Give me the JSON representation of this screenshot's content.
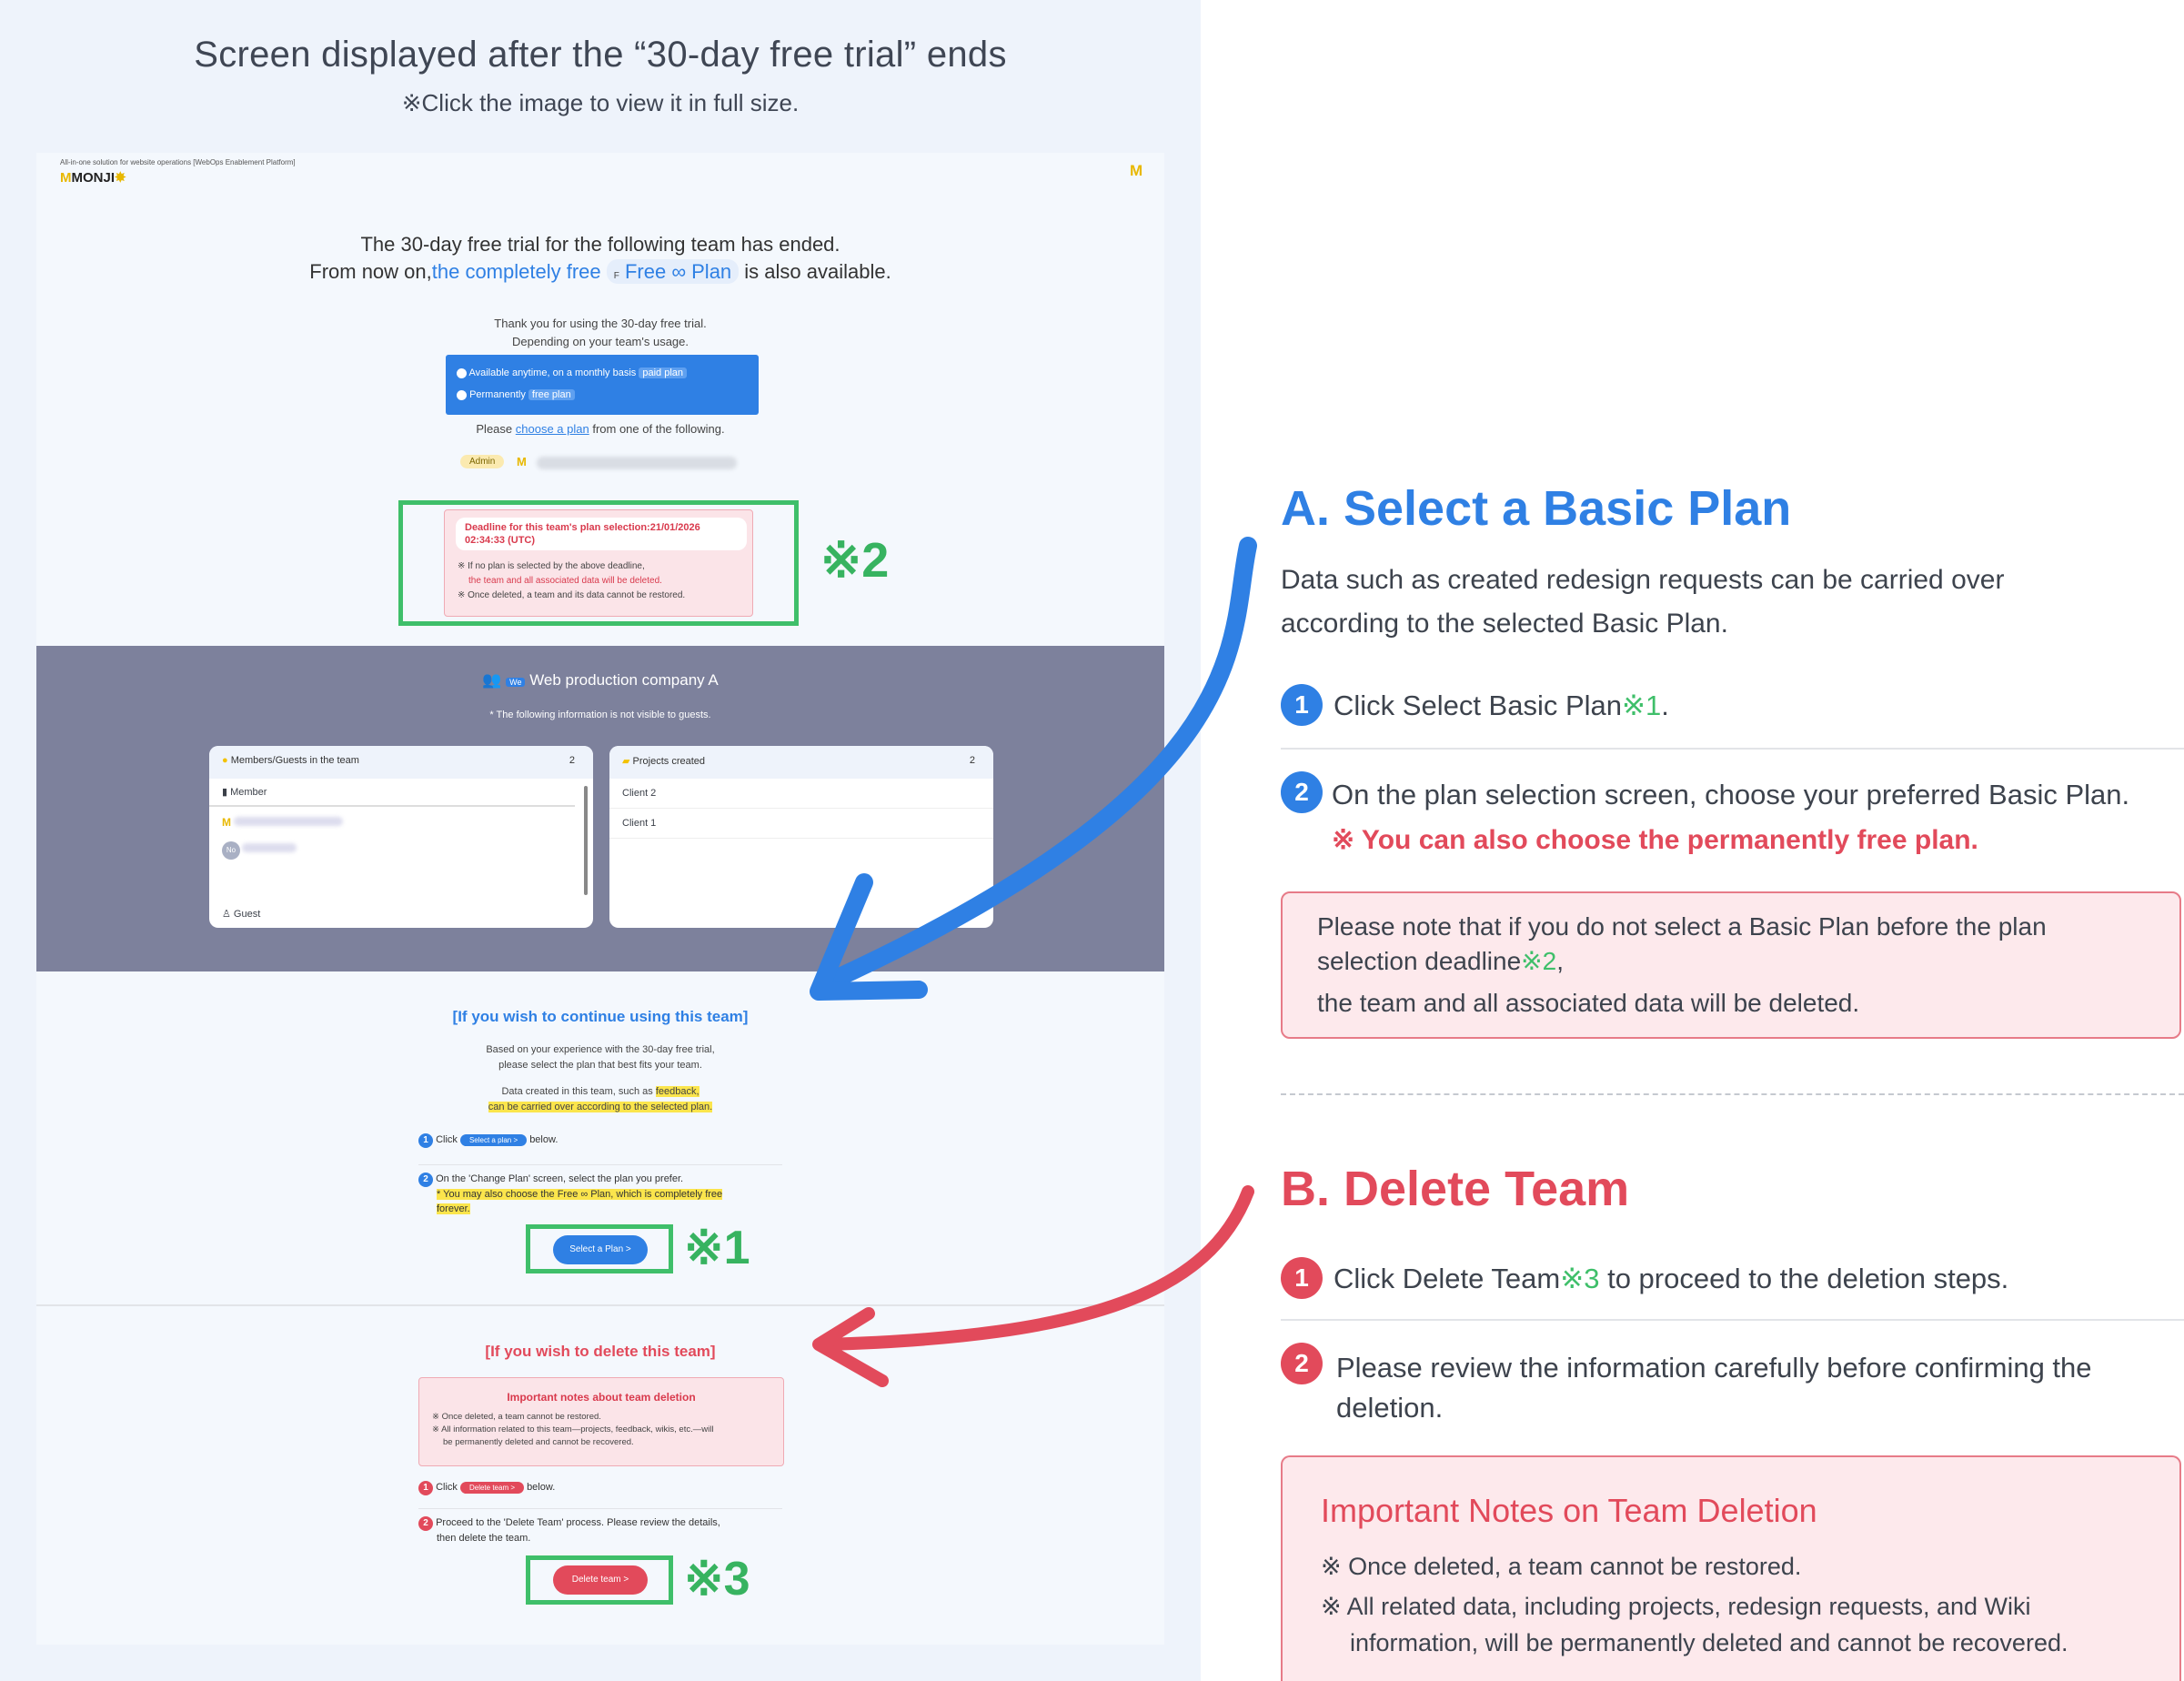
{
  "page": {
    "title": "Screen displayed after the “30-day free trial” ends",
    "subtitle": "※Click the image to view it in full size."
  },
  "shot": {
    "brand_tagline": "All-in-one solution for website operations [WebOps Enablement Platform]",
    "brand_name": "MONJI",
    "headline_1": "The 30-day free trial for the following team has ended.",
    "headline_2_pre": "From now on,",
    "headline_2_link": "the completely free",
    "headline_2_badge": "Free ∞ Plan",
    "headline_2_post": "is also available.",
    "thanks_1": "Thank you for using the 30-day free trial.",
    "thanks_2": "Depending on your team's usage.",
    "option_1": "Available anytime, on a monthly basis",
    "option_1_tag": "paid plan",
    "option_2": "Permanently",
    "option_2_tag": "free plan",
    "choose_pre": "Please",
    "choose_link": "choose a plan",
    "choose_post": "from one of the following.",
    "admin_badge": "Admin",
    "deadline_1": "Deadline for this team's plan selection:21/01/2026",
    "deadline_2": "02:34:33 (UTC)",
    "deadline_note_1": "※ If no plan is selected by the above deadline,",
    "deadline_note_2": "the team and all associated data will be deleted.",
    "deadline_note_3": "※ Once deleted, a team and its data cannot be restored.",
    "note_2": "※2",
    "team_badge": "We",
    "team_name": "Web production company A",
    "team_note": "* The following information is not visible to guests.",
    "members_title": "Members/Guests in the team",
    "members_count": "2",
    "member_label": "Member",
    "member_2_avatar": "No",
    "guest_label": "Guest",
    "projects_title": "Projects created",
    "projects_count": "2",
    "projects": [
      "Client 2",
      "Client 1"
    ],
    "continue_title": "[If you wish to continue using this team]",
    "continue_1": "Based on your experience with the 30-day free trial,",
    "continue_2": "please select the plan that best fits your team.",
    "continue_hl_pre": "Data created in this team, such as",
    "continue_hl_1": "feedback,",
    "continue_hl_2": "can be carried over according to the selected plan.",
    "c_step1_pre": "Click",
    "c_step1_btn": "Select a plan >",
    "c_step1_post": "below.",
    "c_step2_1": "On the 'Change Plan' screen, select the plan you prefer.",
    "c_step2_2": "* You may also choose the Free ∞ Plan, which is completely free",
    "c_step2_3": "forever.",
    "select_btn": "Select a Plan >",
    "note_1": "※1",
    "delete_title": "[If you wish to delete this team]",
    "del_box_title": "Important notes about team deletion",
    "del_box_1": "※ Once deleted, a team cannot be restored.",
    "del_box_2": "※ All information related to this team—projects, feedback, wikis, etc.—will",
    "del_box_3": "be permanently deleted and cannot be recovered.",
    "d_step1_pre": "Click",
    "d_step1_btn": "Delete team >",
    "d_step1_post": "below.",
    "d_step2_1": "Proceed to the 'Delete Team' process. Please review the details,",
    "d_step2_2": "then delete the team.",
    "delete_btn": "Delete team >",
    "note_3": "※3"
  },
  "sectionA": {
    "title": "A. Select a Basic Plan",
    "desc_1": "Data such as created redesign requests can be carried over",
    "desc_2": "according to the selected Basic Plan.",
    "step1_num": "1",
    "step1_text": "Click Select Basic Plan",
    "step1_ref": "※1",
    "step1_end": ".",
    "step2_num": "2",
    "step2_text": "On the plan selection screen, choose your preferred Basic Plan.",
    "step2_note": "※ You can also choose the permanently free plan.",
    "warn_1": "Please note that if you do not select a Basic Plan before the plan",
    "warn_2": "selection deadline",
    "warn_ref": "※2",
    "warn_2_end": ",",
    "warn_3": "the team and all associated data will be deleted."
  },
  "sectionB": {
    "title": "B. Delete Team",
    "step1_num": "1",
    "step1_text": "Click Delete Team",
    "step1_ref": "※3",
    "step1_end": "to proceed to the deletion steps.",
    "step2_num": "2",
    "step2_text_1": "Please review the information carefully before confirming the",
    "step2_text_2": "deletion.",
    "notes_title": "Important Notes on Team Deletion",
    "notes_1": "※ Once deleted, a team cannot be restored.",
    "notes_2": "※ All related data, including projects, redesign requests, and Wiki",
    "notes_3": "information, will be permanently deleted and cannot be recovered."
  },
  "colors": {
    "blue": "#2f80e4",
    "red": "#e24a5b",
    "green": "#3fbf6a",
    "purple_band": "#7d819c"
  },
  "icons": [
    "monji-logo-icon",
    "team-icon",
    "folder-icon",
    "person-icon",
    "arrow-curve-icon"
  ]
}
